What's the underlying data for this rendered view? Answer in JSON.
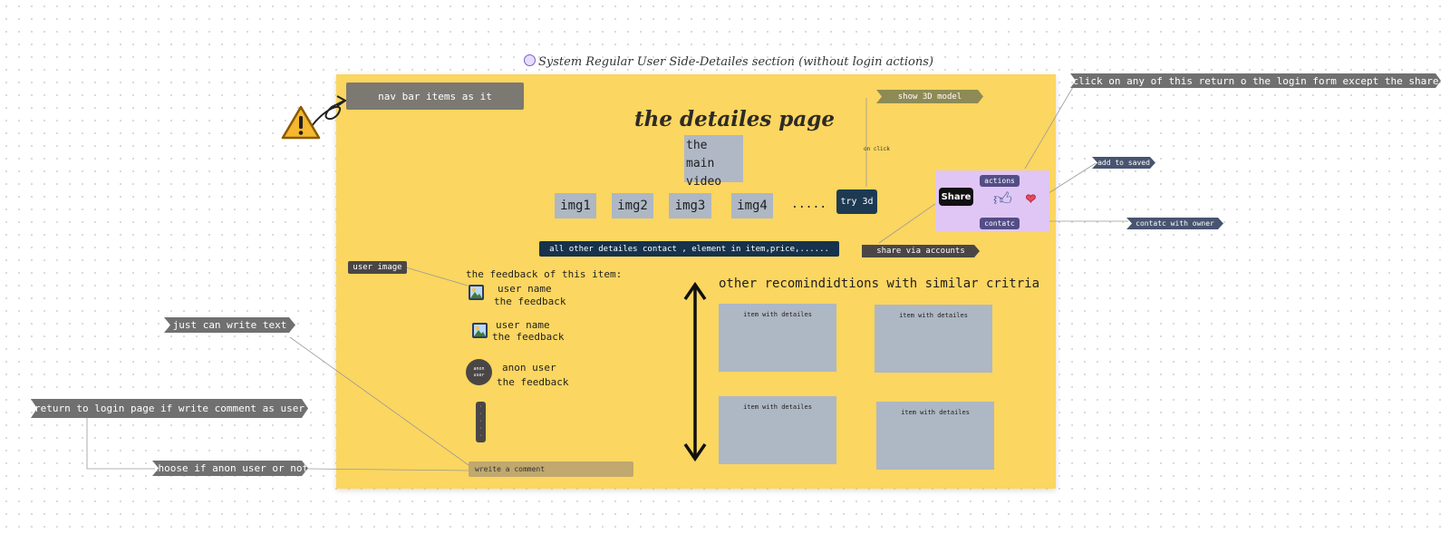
{
  "frame": {
    "title": "System Regular User Side-Detailes section (without login actions)"
  },
  "page": {
    "nav_bar": "nav bar items as it",
    "title": "the detailes page",
    "main_video": [
      "the main",
      "video"
    ],
    "images": [
      "img1",
      "img2",
      "img3",
      "img4"
    ],
    "more": ".....",
    "try_3d": "try 3d",
    "details_bar": "all other detailes contact , element in item,price,......",
    "write_comment": "wreite a comment"
  },
  "actions_panel": {
    "actions_label": "actions",
    "share_label": "Share",
    "contact_label": "contatc",
    "like_icon": "thumbs-up-icon",
    "save_icon": "heart-icon"
  },
  "feedback": {
    "heading": "the feedback of this item:",
    "entries": [
      {
        "user": "user name",
        "text": "the feedback"
      },
      {
        "user": "user name",
        "text": "the feedback"
      },
      {
        "user": "anon user",
        "text": "the feedback",
        "avatar": [
          "anon",
          "user"
        ]
      }
    ]
  },
  "recommendations": {
    "heading": "other recomindidtions with similar critria",
    "items": [
      "item with detailes",
      "item with detailes",
      "item with detailes",
      "item with detailes"
    ]
  },
  "annotations": {
    "show_3d": "show 3D model",
    "on_click": "on click",
    "login_note": "click on any of this return o the login form except the share",
    "add_to_saved": "add to  saved",
    "contact_owner": "contatc with owner",
    "share_via": "share via accounts",
    "user_image": "user image",
    "just_text": "just can write text",
    "return_login": "return to login page if write comment as user",
    "choose_anon": "choose if anon user or not"
  },
  "colors": {
    "board": "#fbd660",
    "navy": "#16324c",
    "tag_gray": "#707070",
    "panel_purple": "#e0c6f5"
  }
}
